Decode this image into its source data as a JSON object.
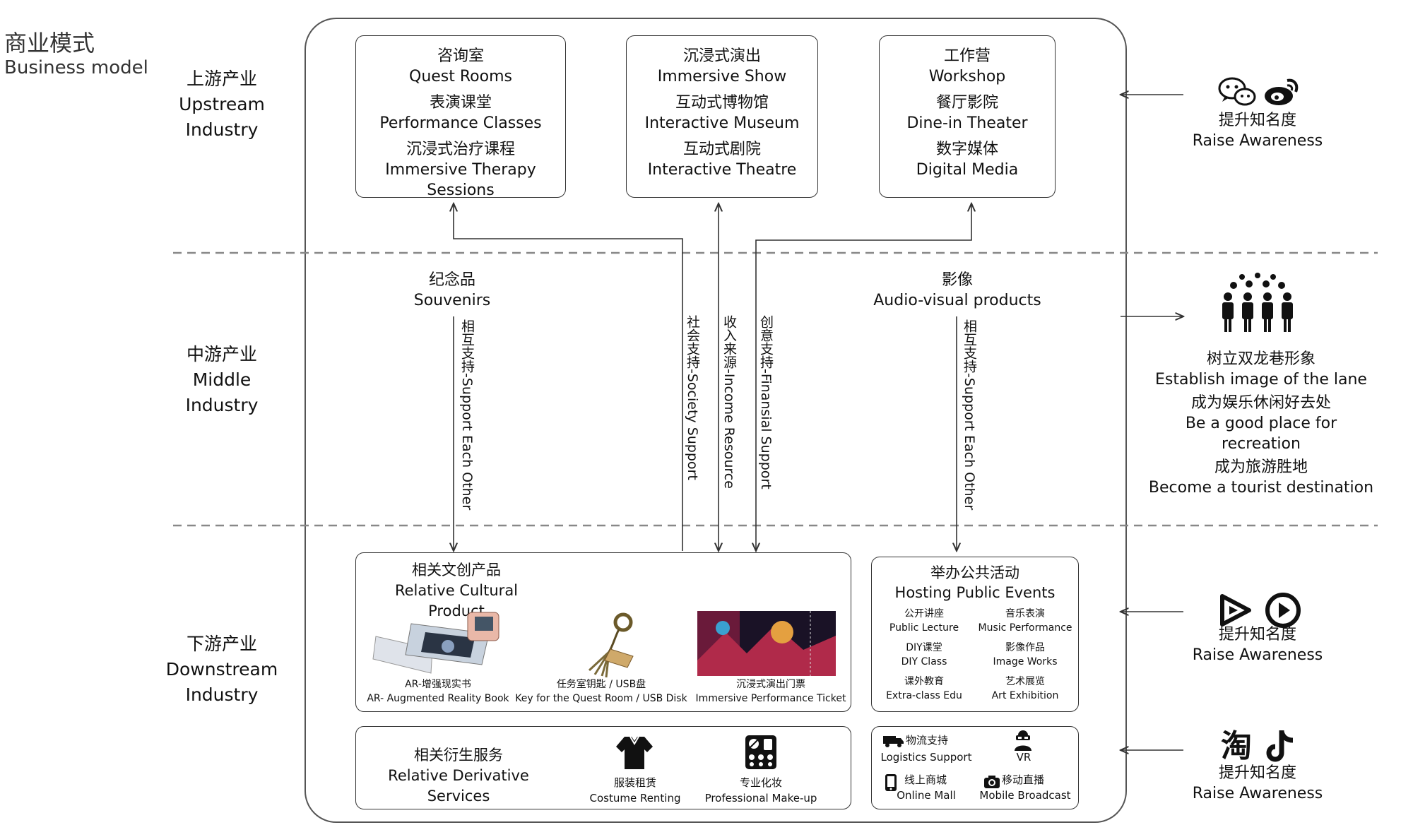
{
  "title": {
    "zh": "商业模式",
    "en": "Business model"
  },
  "sections": {
    "upstream": [
      "上游产业",
      "Upstream",
      "Industry"
    ],
    "middle": [
      "中游产业",
      "Middle",
      "Industry"
    ],
    "downstream": [
      "下游产业",
      "Downstream",
      "Industry"
    ]
  },
  "upstream_boxes": [
    {
      "items": [
        [
          "咨询室",
          "Quest Rooms"
        ],
        [
          "表演课堂",
          "Performance Classes"
        ],
        [
          "沉浸式治疗课程",
          "Immersive Therapy Sessions"
        ]
      ]
    },
    {
      "items": [
        [
          "沉浸式演出",
          "Immersive Show"
        ],
        [
          "互动式博物馆",
          "Interactive Museum"
        ],
        [
          "互动式剧院",
          "Interactive Theatre"
        ]
      ]
    },
    {
      "items": [
        [
          "工作营",
          "Workshop"
        ],
        [
          "餐厅影院",
          "Dine-in Theater"
        ],
        [
          "数字媒体",
          "Digital Media"
        ]
      ]
    }
  ],
  "middle": {
    "souvenirs": [
      "纪念品",
      "Souvenirs"
    ],
    "audiovisual": [
      "影像",
      "Audio-visual products"
    ],
    "support_left": "相互支持-Support Each Other",
    "support_right": "相互支持-Support Each Other",
    "society": "社会支持-Society Support",
    "income": "收入来源-Income Resource",
    "finance": "创意支持-Finansial Support"
  },
  "cultural": {
    "title_zh": "相关文创产品",
    "title_en": "Relative Cultural Product",
    "products": [
      {
        "zh": "AR-增强现实书",
        "en": "AR- Augmented Reality Book"
      },
      {
        "zh": "任务室钥匙 / USB盘",
        "en": "Key for the Quest Room / USB Disk"
      },
      {
        "zh": "沉浸式演出门票",
        "en": "Immersive Performance Ticket"
      }
    ]
  },
  "events": {
    "title_zh": "举办公共活动",
    "title_en": "Hosting Public Events",
    "items": [
      {
        "zh": "公开讲座",
        "en": "Public Lecture"
      },
      {
        "zh": "音乐表演",
        "en": "Music Performance"
      },
      {
        "zh": "DIY课堂",
        "en": "DIY Class"
      },
      {
        "zh": "影像作品",
        "en": "Image Works"
      },
      {
        "zh": "课外教育",
        "en": "Extra-class Edu"
      },
      {
        "zh": "艺术展览",
        "en": "Art Exhibition"
      }
    ]
  },
  "derivative": {
    "title_zh": "相关衍生服务",
    "title_en": "Relative Derivative Services",
    "items": [
      {
        "zh": "服装租赁",
        "en": "Costume Renting",
        "icon": "costume-icon"
      },
      {
        "zh": "专业化妆",
        "en": "Professional Make-up",
        "icon": "makeup-icon"
      }
    ]
  },
  "support": {
    "items": [
      {
        "zh": "物流支持",
        "en": "Logistics Support",
        "icon": "truck-icon"
      },
      {
        "zh": "",
        "en": "VR",
        "icon": "vr-icon"
      },
      {
        "zh": "线上商城",
        "en": "Online Mall",
        "icon": "phone-icon"
      },
      {
        "zh": "移动直播",
        "en": "Mobile Broadcast",
        "icon": "camera-icon"
      }
    ]
  },
  "right": {
    "aw1": [
      "提升知名度",
      "Raise Awareness"
    ],
    "image": [
      "树立双龙巷形象",
      "Establish image of the lane",
      "成为娱乐休闲好去处",
      "Be a good place for recreation",
      "成为旅游胜地",
      "Become a tourist destination"
    ],
    "aw2": [
      "提升知名度",
      "Raise Awareness"
    ],
    "aw3": [
      "提升知名度",
      "Raise Awareness"
    ],
    "taobao_glyph": "淘"
  }
}
